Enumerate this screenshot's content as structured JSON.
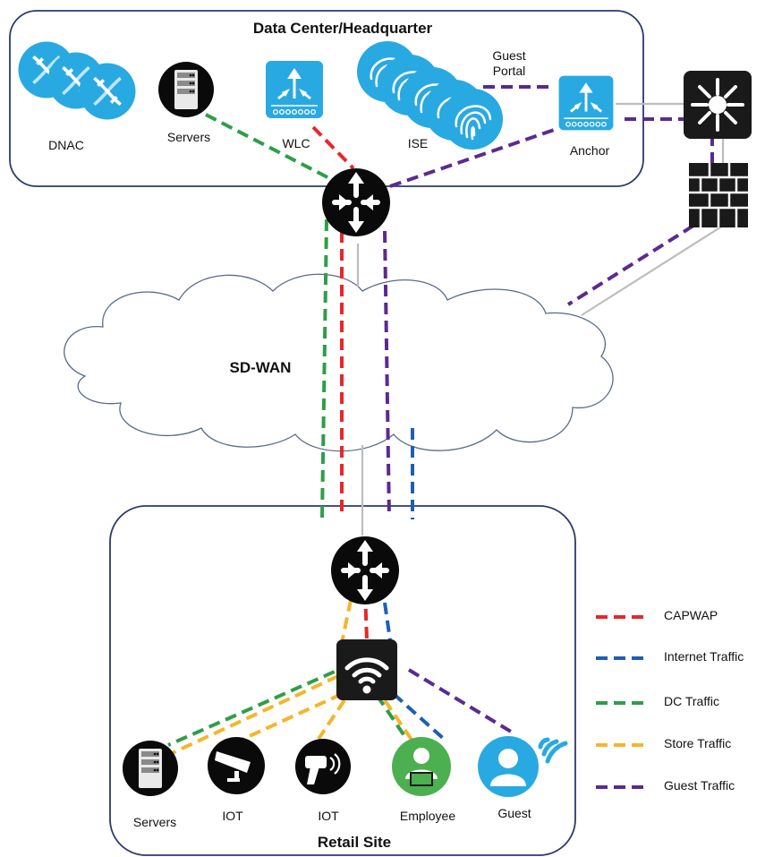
{
  "headquarter": {
    "title": "Data Center/Headquarter",
    "dnac_label": "DNAC",
    "servers_label": "Servers",
    "wlc_label": "WLC",
    "ise_label": "ISE",
    "guest_portal_line1": "Guest",
    "guest_portal_line2": "Portal",
    "anchor_label": "Anchor"
  },
  "wan": {
    "label": "SD-WAN"
  },
  "retail": {
    "title": "Retail Site",
    "servers_label": "Servers",
    "iot_camera_label": "IOT",
    "iot_scanner_label": "IOT",
    "employee_label": "Employee",
    "guest_label": "Guest"
  },
  "legend": [
    {
      "label": "CAPWAP",
      "color": "#e8262b"
    },
    {
      "label": "Internet Traffic",
      "color": "#1f5fae"
    },
    {
      "label": "DC Traffic",
      "color": "#2e9e48"
    },
    {
      "label": "Store Traffic",
      "color": "#f5b52a"
    },
    {
      "label": "Guest Traffic",
      "color": "#5b2a91"
    }
  ],
  "colors": {
    "capwap": "#e8262b",
    "internet": "#1f5fae",
    "dc": "#2e9e48",
    "store": "#f5b52a",
    "guest": "#5b2a91",
    "underlay": "#bdbdbd",
    "cisco_blue": "#29a9e1",
    "box_border": "#2b3a6b"
  },
  "icons": [
    "dna-icon",
    "server-icon",
    "wireless-controller-icon",
    "fingerprint-icon",
    "router-icon",
    "layer3-switch-icon",
    "firewall-icon",
    "access-point-icon",
    "camera-icon",
    "scanner-icon",
    "employee-icon",
    "guest-icon",
    "wifi-signal-icon"
  ]
}
